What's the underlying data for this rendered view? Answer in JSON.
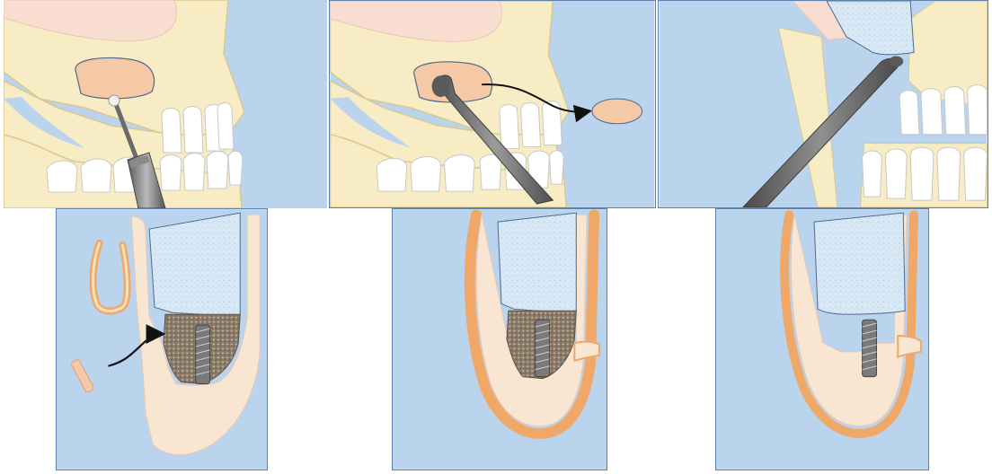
{
  "figure": {
    "panels": [
      {
        "id": "skull-osteotomy",
        "step": 1
      },
      {
        "id": "graft-harvest-transfer",
        "step": 2
      },
      {
        "id": "crest-lateral-view",
        "step": 3
      },
      {
        "id": "onlay-graft-placement",
        "step": 4
      },
      {
        "id": "graft-fixation",
        "step": 5
      },
      {
        "id": "consolidated-result",
        "step": 6
      }
    ],
    "colors": {
      "background": "#b9d4ec",
      "bone": "#f8ecc4",
      "graft": "#f5c9a6",
      "cortical": "#f0a868",
      "sinus_graft": "#d8e8f5",
      "particulate": "#8a7a68",
      "instrument": "#6d6d6d",
      "arrow": "#111111"
    },
    "icons": [
      "trephine-drill-icon",
      "elevator-instrument-icon",
      "curved-arrow-icon",
      "dental-implant-icon",
      "tooth-icon"
    ]
  }
}
